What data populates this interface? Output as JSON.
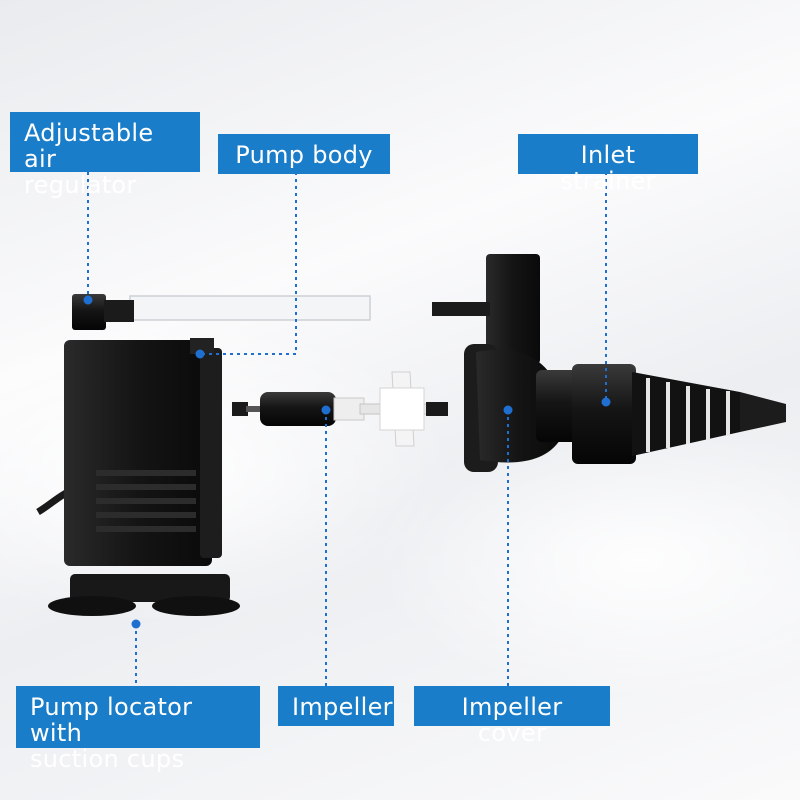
{
  "labels": {
    "air_regulator": "Adjustable air\nregulator",
    "pump_body": "Pump body",
    "inlet_strainer": "Inlet strainer",
    "pump_locator": "Pump locator with\nsuction cups",
    "impeller": "Impeller",
    "impeller_cover": "Impeller cover"
  },
  "colors": {
    "label_bg": "#1a7dc9",
    "label_text": "#ffffff",
    "leader_line": "#1f6fd1",
    "part_black": "#141414"
  }
}
